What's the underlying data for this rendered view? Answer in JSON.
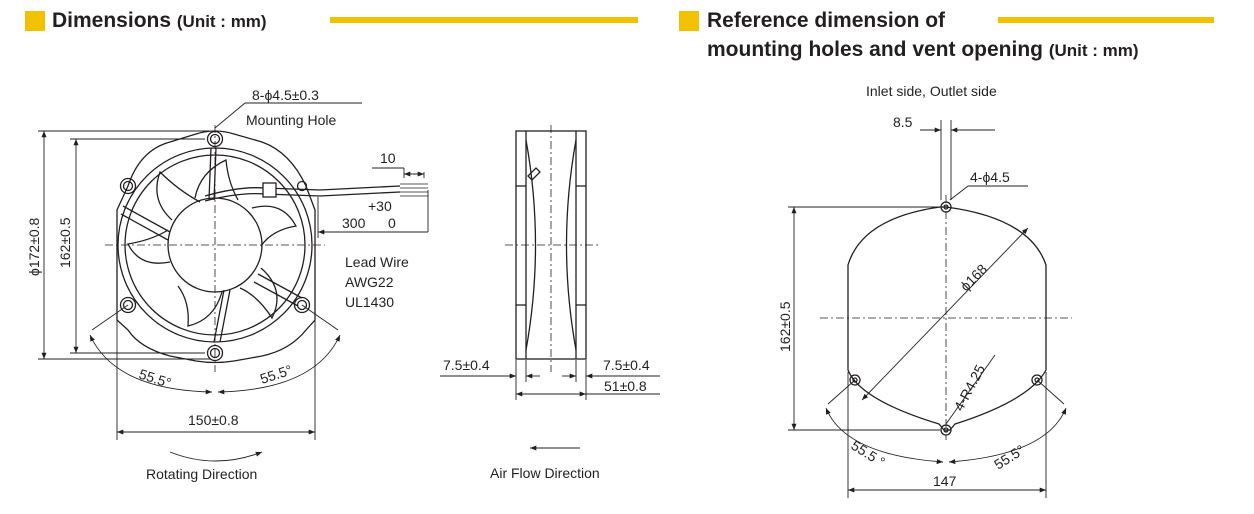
{
  "left": {
    "title": "Dimensions",
    "unit": "(Unit : mm)",
    "labels": {
      "hole": "8-ϕ4.5±0.3",
      "mounting": "Mounting Hole",
      "d10": "10",
      "tol_plus": "+30",
      "wire_len": "300",
      "tol_zero": "0",
      "lead1": "Lead Wire",
      "lead2": "AWG22",
      "lead3": "UL1430",
      "dia": "ϕ172±0.8",
      "h162": "162±0.5",
      "ang_l": "55.5°",
      "ang_r": "55.5°",
      "w150": "150±0.8",
      "rot": "Rotating Direction",
      "t_left": "7.5±0.4",
      "t_right": "7.5±0.4",
      "depth": "51±0.8",
      "air": "Air Flow Direction"
    }
  },
  "right": {
    "title1": "Reference dimension of",
    "title2": "mounting holes and vent opening",
    "unit": "(Unit : mm)",
    "labels": {
      "side": "Inlet side, Outlet side",
      "d85": "8.5",
      "holes": "4-ϕ4.5",
      "dia": "ϕ168",
      "h162": "162±0.5",
      "radius": "4-R4.25",
      "ang_l": "55.5 °",
      "ang_r": "55.5°",
      "w147": "147"
    }
  },
  "colors": {
    "accent": "#f2c100",
    "line": "#231f20"
  }
}
